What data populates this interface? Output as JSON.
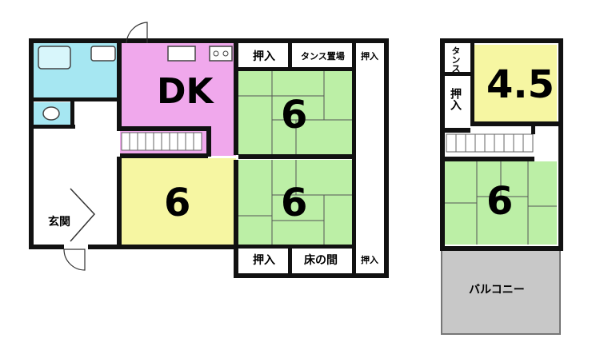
{
  "rooms": {
    "dk": "DK",
    "west_room": "6",
    "upper_tatami": "6",
    "lower_tatami": "6",
    "second_small": "4.5",
    "second_tatami": "6"
  },
  "labels": {
    "entrance": "玄関",
    "oshiire": "押入",
    "tansu_okiba": "タンス置場",
    "toko_no_ma": "床の間",
    "tansu": "タンス",
    "balcony": "バルコニー"
  },
  "colors": {
    "dk": "#f0a8ec",
    "west_room": "#f6f6a2",
    "tatami": "#bcefa6",
    "second_small": "#f6f6a2",
    "bath": "#a6e7f2",
    "balcony": "#c8c8c8",
    "wall": "#111111"
  }
}
